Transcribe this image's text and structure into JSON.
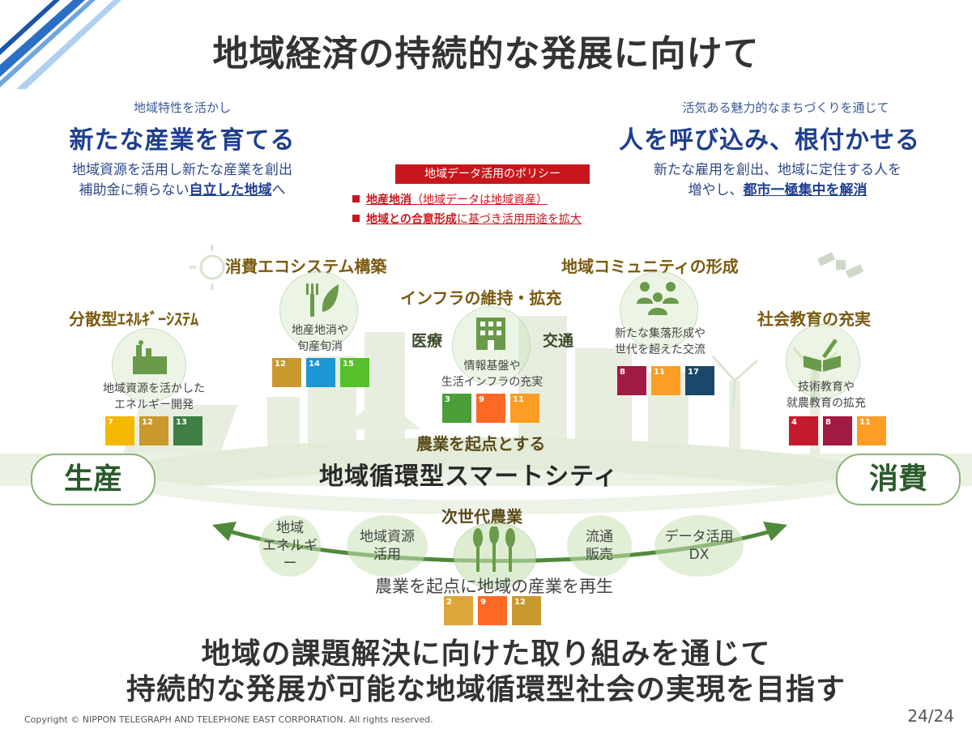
{
  "title": "地域経済の持続的な発展に向けて",
  "left_block": {
    "small": "地域特性を活かし",
    "big": "新たな産業を育てる",
    "line1": "地域資源を活用し新たな産業を創出",
    "line2_prefix": "補助金に頼らない",
    "line2_emph": "自立した地域",
    "line2_suffix": "へ"
  },
  "right_block": {
    "small": "活気ある魅力的なまちづくりを通じて",
    "big": "人を呼び込み、根付かせる",
    "line1": "新たな雇用を創出、地域に定住する人を",
    "line2_prefix": "増やし、",
    "line2_emph": "都市一極集中を解消"
  },
  "policy": {
    "title": "地域データ活用のポリシー",
    "item1_bold": "地産地消",
    "item1_note": "（地域データは地域資産）",
    "item2_bold": "地域との合意形成",
    "item2_rest": "に基づき活用用途を拡大"
  },
  "pillars": {
    "energy": {
      "title": "分散型ｴﾈﾙｷﾞｰｼｽﾃﾑ",
      "caption1": "地域資源を活かした",
      "caption2": "エネルギー開発"
    },
    "eco": {
      "title": "消費エコシステム構築",
      "caption1": "地産地消や",
      "caption2": "旬産旬消"
    },
    "infra": {
      "title": "インフラの維持・拡充",
      "left": "医療",
      "right": "交通",
      "caption1": "情報基盤や",
      "caption2": "生活インフラの充実"
    },
    "community": {
      "title": "地域コミュニティの形成",
      "caption1": "新たな集落形成や",
      "caption2": "世代を超えた交流"
    },
    "education": {
      "title": "社会教育の充実",
      "caption1": "技術教育や",
      "caption2": "就農教育の拡充"
    }
  },
  "cycle": {
    "production": "生産",
    "consumption": "消費",
    "sub": "農業を起点とする",
    "main": "地域循環型スマートシティ"
  },
  "agri": {
    "title": "次世代農業",
    "bubbles": [
      {
        "line1": "地域",
        "line2": "エネルギー"
      },
      {
        "line1": "地域資源",
        "line2": "活用"
      },
      {
        "line1": "流通",
        "line2": "販売"
      },
      {
        "line1": "データ活用",
        "line2": "DX"
      }
    ],
    "caption": "農業を起点に地域の産業を再生"
  },
  "sdgs": {
    "energy": [
      {
        "num": "7",
        "color": "#f5b800"
      },
      {
        "num": "12",
        "color": "#c9992d"
      },
      {
        "num": "13",
        "color": "#3f7e44"
      }
    ],
    "eco": [
      {
        "num": "12",
        "color": "#c9992d"
      },
      {
        "num": "14",
        "color": "#1a97d4"
      },
      {
        "num": "15",
        "color": "#56c02b"
      }
    ],
    "infra": [
      {
        "num": "3",
        "color": "#4c9f38"
      },
      {
        "num": "9",
        "color": "#fd6925"
      },
      {
        "num": "11",
        "color": "#fd9d24"
      }
    ],
    "community": [
      {
        "num": "8",
        "color": "#a21942"
      },
      {
        "num": "11",
        "color": "#fd9d24"
      },
      {
        "num": "17",
        "color": "#19486a"
      }
    ],
    "education": [
      {
        "num": "4",
        "color": "#c5192d"
      },
      {
        "num": "8",
        "color": "#a21942"
      },
      {
        "num": "11",
        "color": "#fd9d24"
      }
    ],
    "agri": [
      {
        "num": "2",
        "color": "#dda63a"
      },
      {
        "num": "9",
        "color": "#fd6925"
      },
      {
        "num": "12",
        "color": "#c9992d"
      }
    ]
  },
  "bottom": {
    "line1": "地域の課題解決に向けた取り組みを通じて",
    "line2": "持続的な発展が可能な地域循環型社会の実現を目指す"
  },
  "footer": {
    "copyright": "Copyright © NIPPON TELEGRAPH AND TELEPHONE EAST CORPORATION. All rights reserved.",
    "page": "24/24"
  },
  "colors": {
    "accent_blue": "#1e3f8f",
    "accent_red": "#c8161d",
    "accent_green": "#6a9a4a",
    "brown": "#7a5a10"
  }
}
